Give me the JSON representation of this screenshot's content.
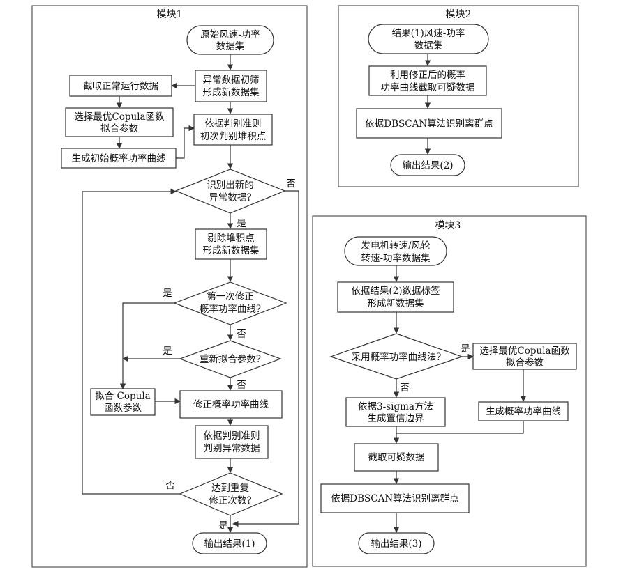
{
  "module1": {
    "title": "模块1",
    "start": [
      "原始风速-功率",
      "数据集"
    ],
    "screen": [
      "异常数据初筛",
      "形成新数据集"
    ],
    "cut_normal": "截取正常运行数据",
    "select_copula": [
      "选择最优Copula函数",
      "拟合参数"
    ],
    "gen_initial": "生成初始概率功率曲线",
    "judge_stack": [
      "依据判别准则",
      "初次判别堆积点"
    ],
    "new_abnormal": [
      "识别出新的",
      "异常数据?"
    ],
    "remove_stack": [
      "剔除堆积点",
      "形成新数据集"
    ],
    "first_correct": [
      "第一次修正",
      "概率功率曲线?"
    ],
    "refit": "重新拟合参数?",
    "fit_copula": [
      "拟合 Copula",
      "函数参数"
    ],
    "correct_curve": "修正概率功率曲线",
    "judge_abnormal": [
      "依据判别准则",
      "判别异常数据"
    ],
    "repeat": [
      "达到重复",
      "修正次数?"
    ],
    "output": "输出结果(1)"
  },
  "module2": {
    "title": "模块2",
    "start": [
      "结果(1)风速-功率",
      "数据集"
    ],
    "use_curve": [
      "利用修正后的概率",
      "功率曲线截取可疑数据"
    ],
    "dbscan": "依据DBSCAN算法识别离群点",
    "output": "输出结果(2)"
  },
  "module3": {
    "title": "模块3",
    "start": [
      "发电机转速/风轮",
      "转速-功率数据集"
    ],
    "label": [
      "依据结果(2)数据标签",
      "形成新数据集"
    ],
    "use_prob": "采用概率功率曲线法?",
    "select_copula": [
      "选择最优Copula函数",
      "拟合参数"
    ],
    "sigma": [
      "依据3-sigma方法",
      "生成置信边界"
    ],
    "gen_curve": "生成概率功率曲线",
    "cut": "截取可疑数据",
    "dbscan": "依据DBSCAN算法识别离群点",
    "output": "输出结果(3)"
  },
  "labels": {
    "yes": "是",
    "no": "否"
  }
}
